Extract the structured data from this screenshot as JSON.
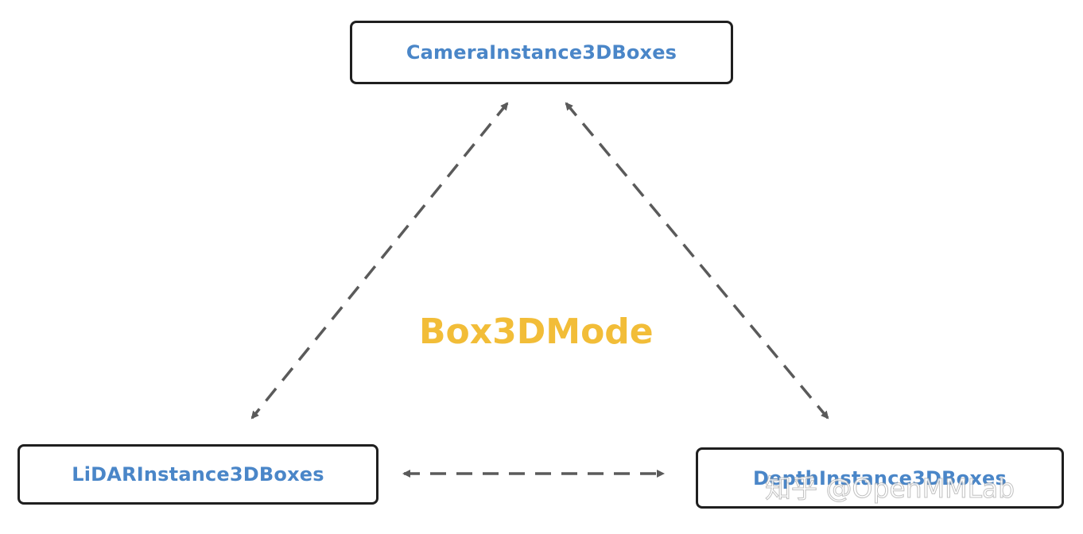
{
  "diagram": {
    "center_label": "Box3DMode",
    "nodes": {
      "camera": "CameraInstance3DBoxes",
      "lidar": "LiDARInstance3DBoxes",
      "depth": "DepthInstance3DBoxes"
    },
    "edges": [
      {
        "from": "camera",
        "to": "lidar",
        "style": "dashed",
        "direction": "bidirectional"
      },
      {
        "from": "camera",
        "to": "depth",
        "style": "dashed",
        "direction": "bidirectional"
      },
      {
        "from": "lidar",
        "to": "depth",
        "style": "dashed",
        "direction": "bidirectional"
      }
    ],
    "watermark": "知乎 @OpenMMLab",
    "colors": {
      "node_text": "#4a86c8",
      "center_label": "#f2bd38",
      "arrow": "#5a5a5a",
      "border": "#1f1f1f"
    }
  }
}
